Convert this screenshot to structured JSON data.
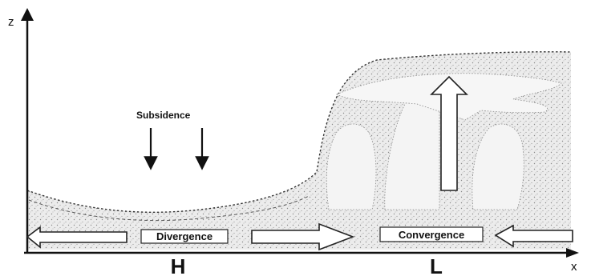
{
  "axes": {
    "y_label": "z",
    "x_label": "x"
  },
  "labels": {
    "subsidence": "Subsidence",
    "divergence": "Divergence",
    "convergence": "Convergence",
    "high": "H",
    "low": "L"
  },
  "colors": {
    "ink": "#111111",
    "cloud_fill": "#e9e9e9",
    "stipple": "#8a8a8a",
    "background": "#ffffff"
  }
}
